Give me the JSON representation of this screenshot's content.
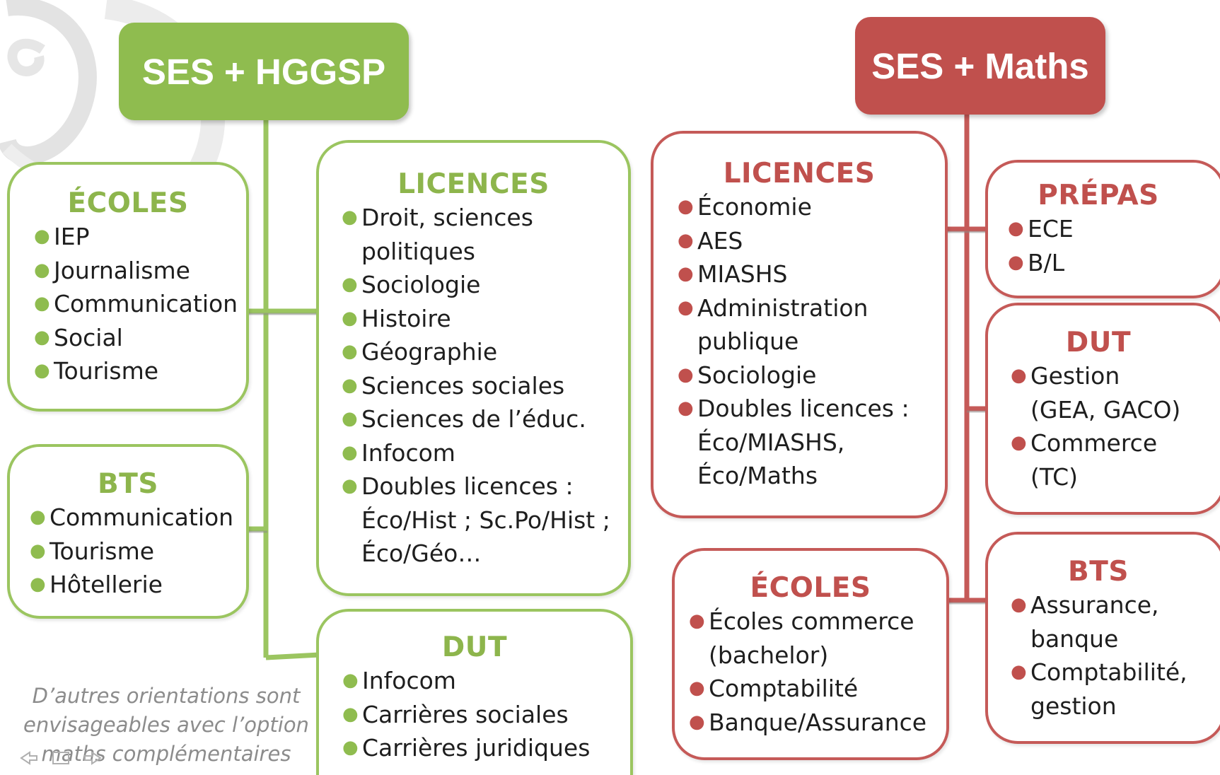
{
  "colors": {
    "green": "#8fbc4f",
    "red": "#c0504d"
  },
  "left": {
    "header": "SES + HGGSP",
    "ecoles": {
      "title": "ÉCOLES",
      "items": [
        "IEP",
        "Journalisme",
        "Communication",
        "Social",
        "Tourisme"
      ]
    },
    "bts": {
      "title": "BTS",
      "items": [
        "Communication",
        "Tourisme",
        "Hôtellerie"
      ]
    },
    "licences": {
      "title": "LICENCES",
      "items": [
        "Droit, sciences\npolitiques",
        "Sociologie",
        "Histoire",
        "Géographie",
        "Sciences sociales",
        "Sciences de l’éduc.",
        "Infocom",
        "Doubles licences :\nÉco/Hist ; Sc.Po/Hist ;\nÉco/Géo…"
      ]
    },
    "dut": {
      "title": "DUT",
      "items": [
        "Infocom",
        "Carrières sociales",
        "Carrières juridiques"
      ]
    },
    "note": "D’autres orientations sont\nenvisageables avec l’option\nmaths complémentaires"
  },
  "right": {
    "header": "SES + Maths",
    "licences": {
      "title": "LICENCES",
      "items": [
        "Économie",
        "AES",
        "MIASHS",
        "Administration\npublique",
        "Sociologie",
        "Doubles licences :\nÉco/MIASHS,\nÉco/Maths"
      ]
    },
    "ecoles": {
      "title": "ÉCOLES",
      "items": [
        "Écoles commerce\n(bachelor)",
        "Comptabilité",
        "Banque/Assurance"
      ]
    },
    "prepas": {
      "title": "PRÉPAS",
      "items": [
        "ECE",
        "B/L"
      ]
    },
    "dut": {
      "title": "DUT",
      "items": [
        "Gestion\n(GEA, GACO)",
        "Commerce\n(TC)"
      ]
    },
    "bts": {
      "title": "BTS",
      "items": [
        "Assurance,\nbanque",
        "Comptabilité,\ngestion"
      ]
    }
  },
  "icons": [
    "swirl-decoration",
    "bullet-dot",
    "nav-back-icon",
    "nav-slide-icon",
    "nav-forward-icon"
  ]
}
